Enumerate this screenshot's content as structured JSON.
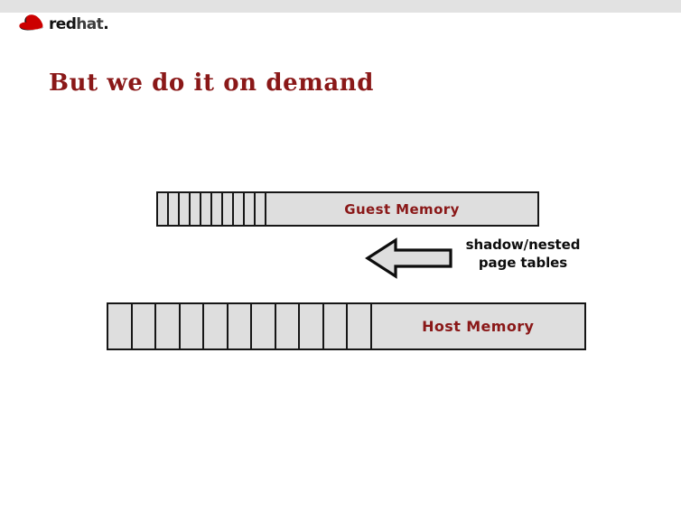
{
  "slide": {
    "title": "But we do it on demand",
    "title_color": "#8a1818",
    "background_color": "#ffffff"
  },
  "header": {
    "band_color": "#e2e2e2",
    "logo": {
      "icon": "redhat-shadowman-icon",
      "word_red": "red",
      "word_hat": "hat",
      "word_dot": ".",
      "mark_color": "#cc0000"
    }
  },
  "diagram": {
    "guest_bar": {
      "label": "Guest Memory",
      "cell_count": 10,
      "fill_color": "#dedede",
      "border_color": "#161616",
      "label_color": "#8a1818"
    },
    "host_bar": {
      "label": "Host Memory",
      "cell_count": 11,
      "fill_color": "#dedede",
      "border_color": "#161616",
      "label_color": "#8a1818"
    },
    "mapping_arrow": {
      "direction": "left",
      "fill_color": "#dedede",
      "outline_color": "#0d0d0d",
      "caption_line1": "shadow/nested",
      "caption_line2": "page tables",
      "caption_color": "#0d0d0d"
    }
  }
}
